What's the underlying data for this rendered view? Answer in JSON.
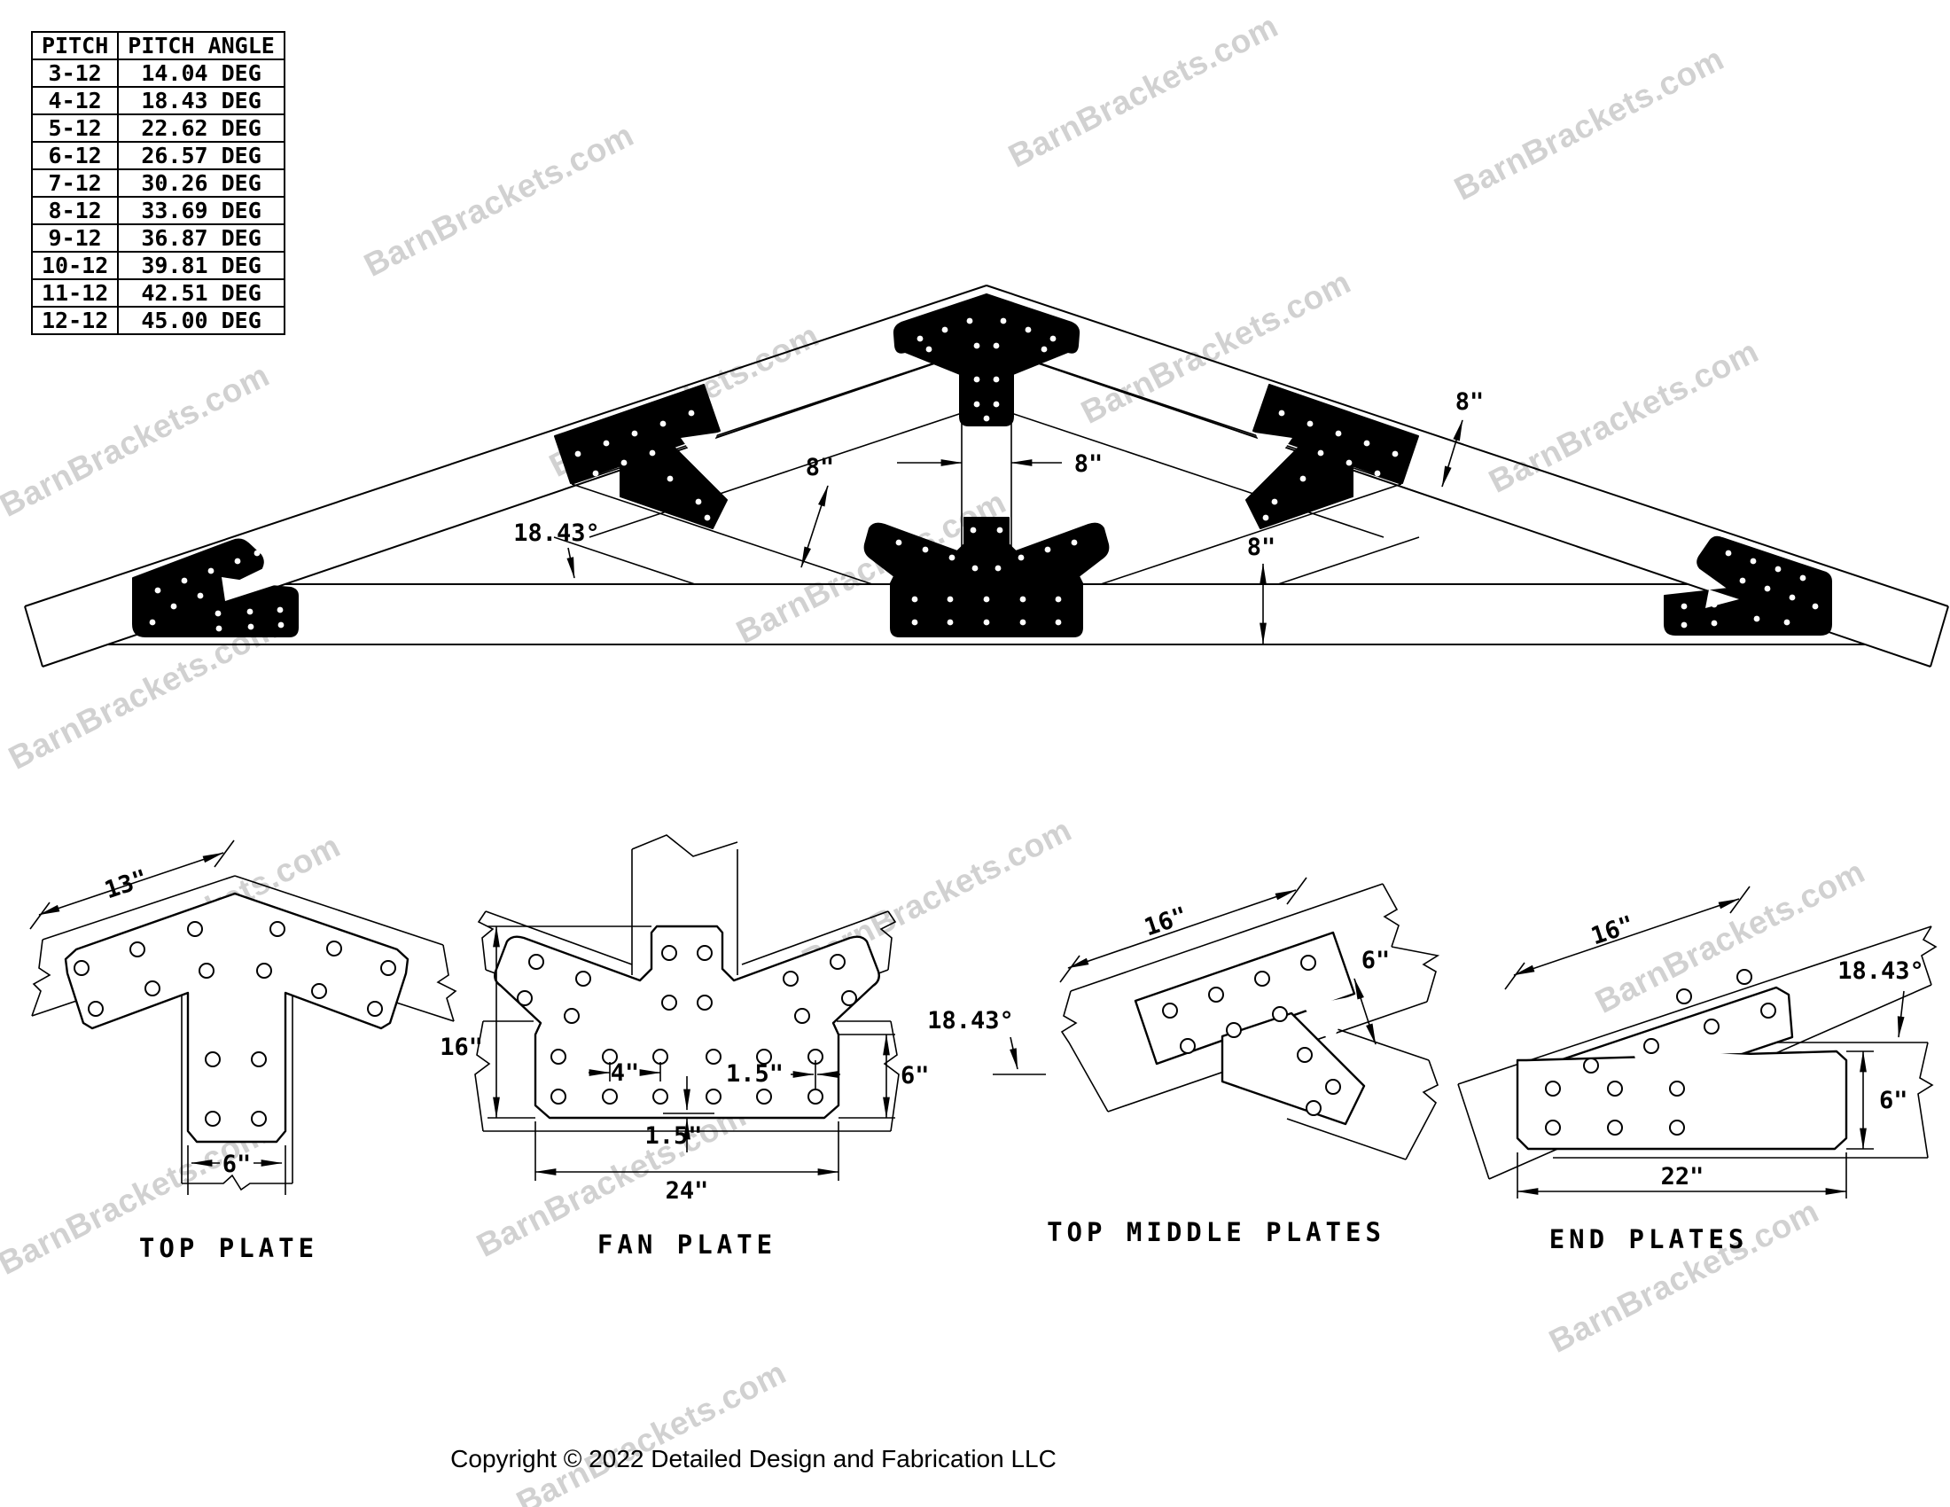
{
  "pitch_table": {
    "headers": [
      "PITCH",
      "PITCH ANGLE"
    ],
    "rows": [
      [
        "3-12",
        "14.04 DEG"
      ],
      [
        "4-12",
        "18.43 DEG"
      ],
      [
        "5-12",
        "22.62 DEG"
      ],
      [
        "6-12",
        "26.57 DEG"
      ],
      [
        "7-12",
        "30.26 DEG"
      ],
      [
        "8-12",
        "33.69 DEG"
      ],
      [
        "9-12",
        "36.87 DEG"
      ],
      [
        "10-12",
        "39.81 DEG"
      ],
      [
        "11-12",
        "42.51 DEG"
      ],
      [
        "12-12",
        "45.00 DEG"
      ]
    ]
  },
  "truss": {
    "labels": {
      "pitch_angle": "18.43°",
      "web_width": "8\"",
      "kingpost_width": "8\"",
      "rafter_width": "8\"",
      "chord_height": "8\""
    }
  },
  "details": {
    "top_plate": {
      "title": "TOP PLATE",
      "dim_width": "13\"",
      "dim_leg": "6\""
    },
    "fan_plate": {
      "title": "FAN PLATE",
      "dim_height": "16\"",
      "dim_hole": "4\"",
      "dim_edge1": "1.5\"",
      "dim_edge2": "1.5\"",
      "dim_side": "6\"",
      "dim_width": "24\""
    },
    "top_middle": {
      "title": "TOP MIDDLE PLATES",
      "dim_length": "16\"",
      "dim_width": "6\"",
      "dim_angle": "18.43°"
    },
    "end_plates": {
      "title": "END PLATES",
      "dim_length": "16\"",
      "dim_angle": "18.43°",
      "dim_height": "6\"",
      "dim_width": "22\""
    }
  },
  "watermark": {
    "text": "BarnBrackets.com"
  },
  "copyright": {
    "text": "Copyright © 2022 Detailed Design and Fabrication LLC"
  }
}
